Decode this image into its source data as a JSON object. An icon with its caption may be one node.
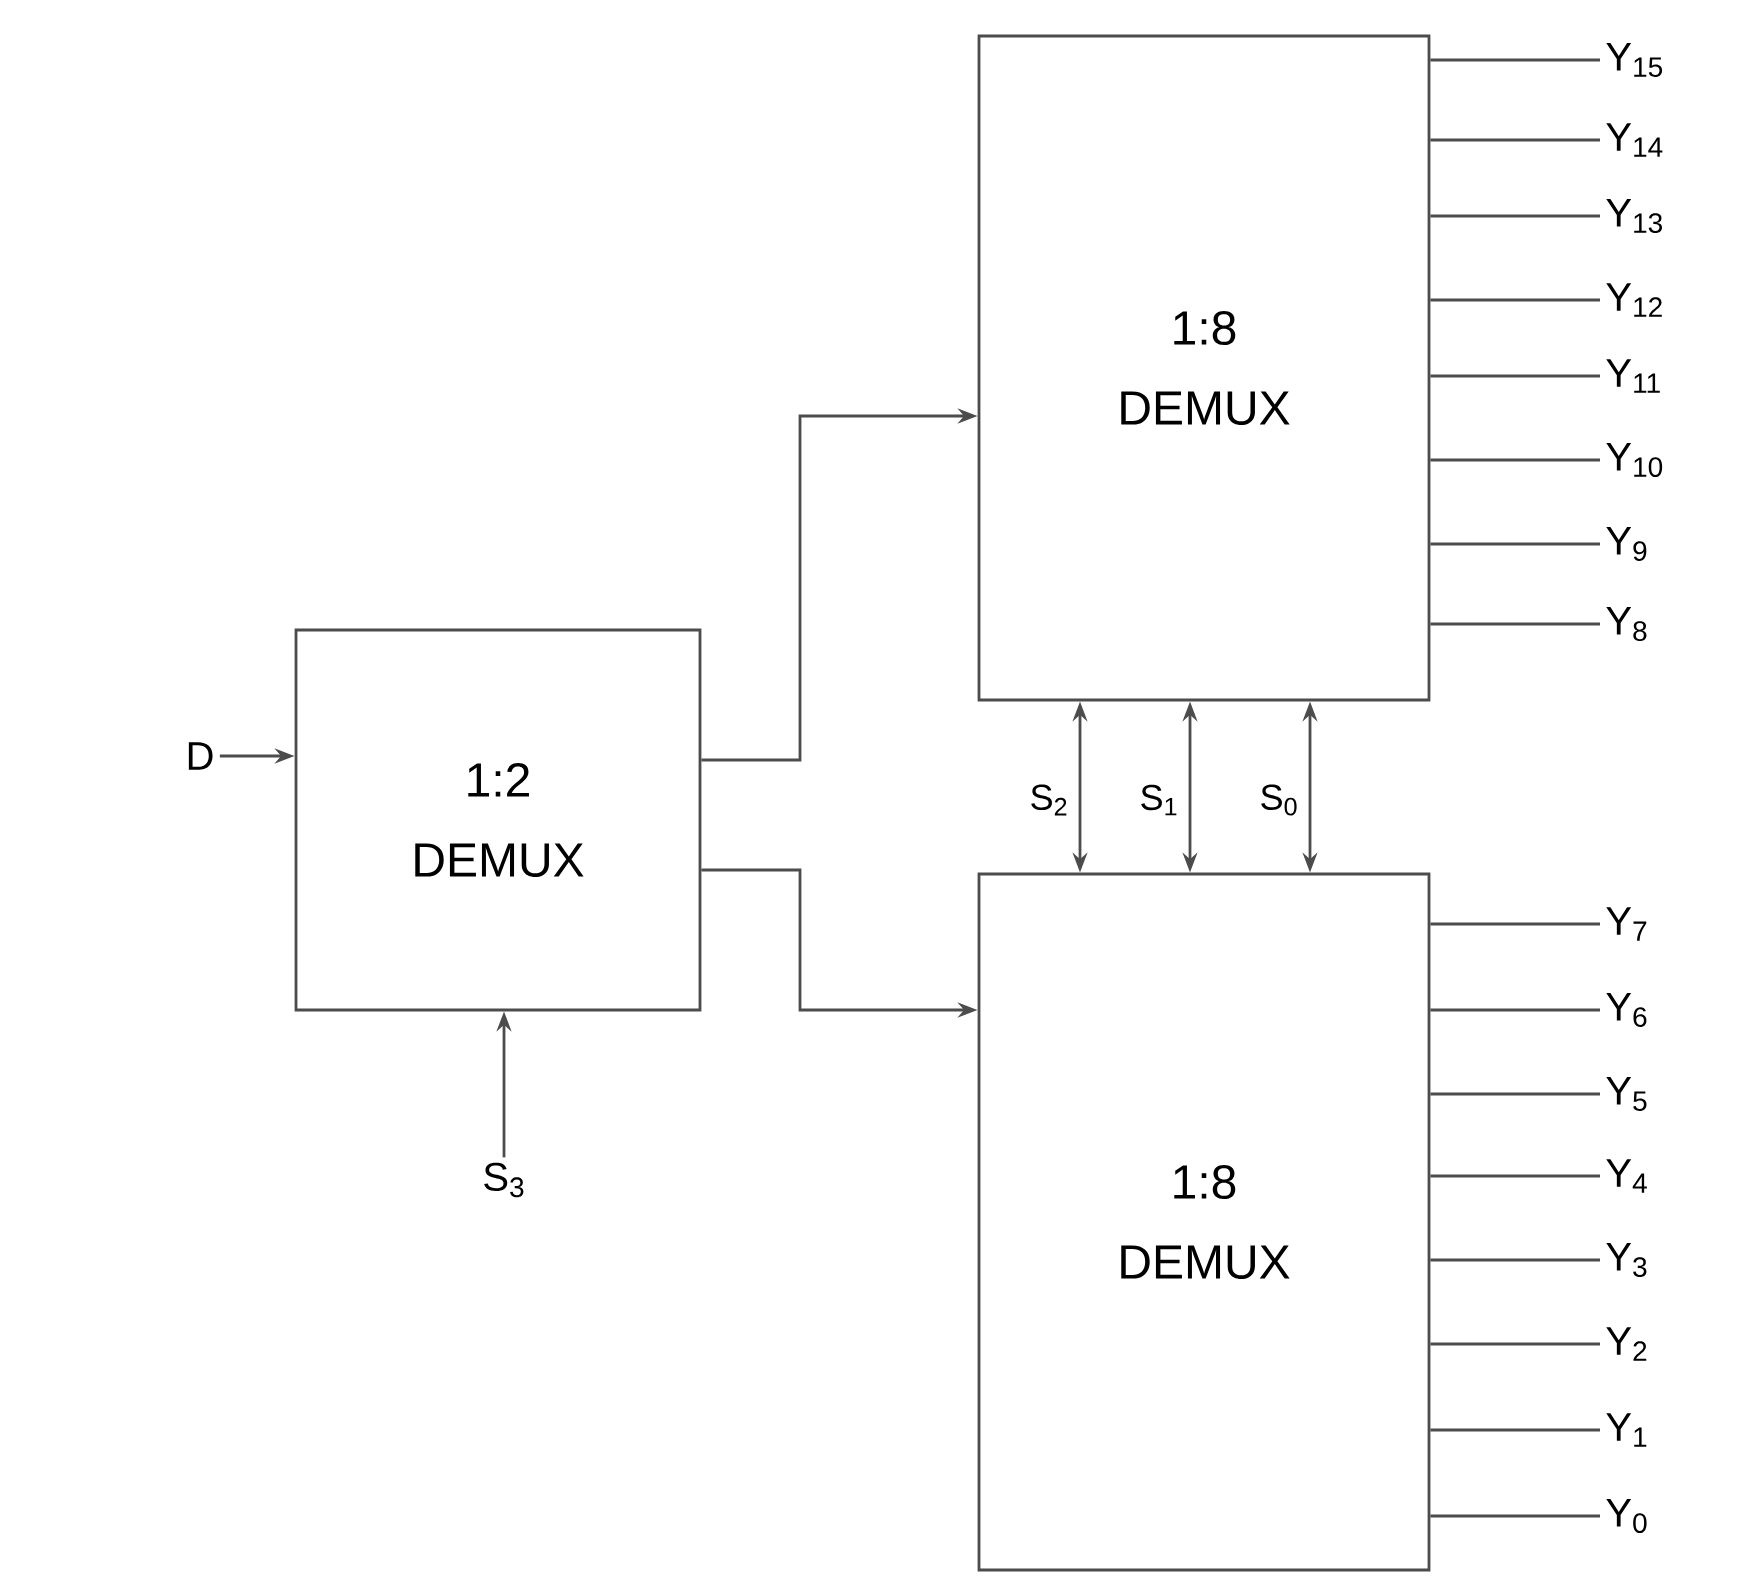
{
  "diagram": {
    "nodes": [
      {
        "text": [
          "D"
        ]
      },
      {
        "text": [
          "1:2 DEMUX"
        ]
      },
      {
        "text": [
          "1:8 DEMUX"
        ]
      },
      {
        "text": [
          "1:8 DEMUX"
        ]
      },
      {
        "text": [
          "S$_{3}$"
        ]
      },
      {
        "text": [
          "Y$_{15}$"
        ]
      },
      {
        "text": [
          "Y$_{14}$"
        ]
      },
      {
        "text": [
          "Y$_{13}$"
        ]
      },
      {
        "text": [
          "Y$_{12}$"
        ]
      },
      {
        "text": [
          "Y$_{11}$"
        ]
      },
      {
        "text": [
          "Y$_{10}$"
        ]
      },
      {
        "text": [
          "Y$_{9}$"
        ]
      },
      {
        "text": [
          "Y$_{8}$"
        ]
      },
      {
        "text": [
          "Y$_{7}$"
        ]
      },
      {
        "text": [
          "Y$_{6}$"
        ]
      },
      {
        "text": [
          "Y$_{5}$"
        ]
      },
      {
        "text": [
          "Y$_{4}$"
        ]
      },
      {
        "text": [
          "Y$_{3}$"
        ]
      },
      {
        "text": [
          "Y$_{2}$"
        ]
      },
      {
        "text": [
          "Y$_{1}$"
        ]
      },
      {
        "text": [
          "Y$_{0}$"
        ]
      }
    ],
    "edges": [
      {
        "from": 0,
        "to": 1,
        "arrow": "to"
      },
      {
        "from": 4,
        "to": 1,
        "arrow": "to"
      },
      {
        "from": 1,
        "to": 2,
        "arrow": "to"
      },
      {
        "from": 1,
        "to": 3,
        "arrow": "to"
      },
      {
        "from": 2,
        "to": 3,
        "arrow": "both",
        "label": "S$_{2}$"
      },
      {
        "from": 2,
        "to": 3,
        "arrow": "both",
        "label": "S$_{1}$"
      },
      {
        "from": 2,
        "to": 3,
        "arrow": "both",
        "label": "S$_{0}$"
      },
      {
        "from": 2,
        "to": 5,
        "arrow": "none"
      },
      {
        "from": 2,
        "to": 6,
        "arrow": "none"
      },
      {
        "from": 2,
        "to": 7,
        "arrow": "none"
      },
      {
        "from": 2,
        "to": 8,
        "arrow": "none"
      },
      {
        "from": 2,
        "to": 9,
        "arrow": "none"
      },
      {
        "from": 2,
        "to": 10,
        "arrow": "none"
      },
      {
        "from": 2,
        "to": 11,
        "arrow": "none"
      },
      {
        "from": 2,
        "to": 12,
        "arrow": "none"
      },
      {
        "from": 3,
        "to": 13,
        "arrow": "none"
      },
      {
        "from": 3,
        "to": 14,
        "arrow": "none"
      },
      {
        "from": 3,
        "to": 15,
        "arrow": "none"
      },
      {
        "from": 3,
        "to": 16,
        "arrow": "none"
      },
      {
        "from": 3,
        "to": 17,
        "arrow": "none"
      },
      {
        "from": 3,
        "to": 18,
        "arrow": "none"
      },
      {
        "from": 3,
        "to": 19,
        "arrow": "none"
      },
      {
        "from": 3,
        "to": 20,
        "arrow": "none"
      }
    ]
  }
}
